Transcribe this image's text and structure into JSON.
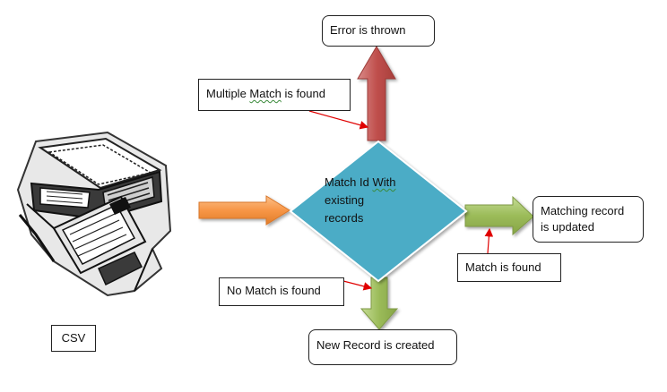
{
  "diagram": {
    "source_label": "CSV",
    "decision": {
      "line1": "Match Id",
      "line1_flag": "With",
      "line2": "existing",
      "line3": "records"
    },
    "outcomes": {
      "error": "Error is thrown",
      "multiple_match": {
        "prefix": "Multiple ",
        "flagged": "Match",
        "suffix": " is found"
      },
      "matching_record": {
        "line1": "Matching record",
        "line2": "is updated"
      },
      "match_found": "Match is found",
      "no_match": "No Match is found",
      "new_record": "New Record is created"
    }
  },
  "colors": {
    "diamond": "#4BACC6",
    "arrow_in": "#F79646",
    "arrow_up": "#C0504D",
    "arrow_right": "#9BBB59",
    "arrow_down": "#9BBB59",
    "callout_line": "#E00000"
  },
  "icons": {
    "source": "floppy-disks-icon"
  }
}
